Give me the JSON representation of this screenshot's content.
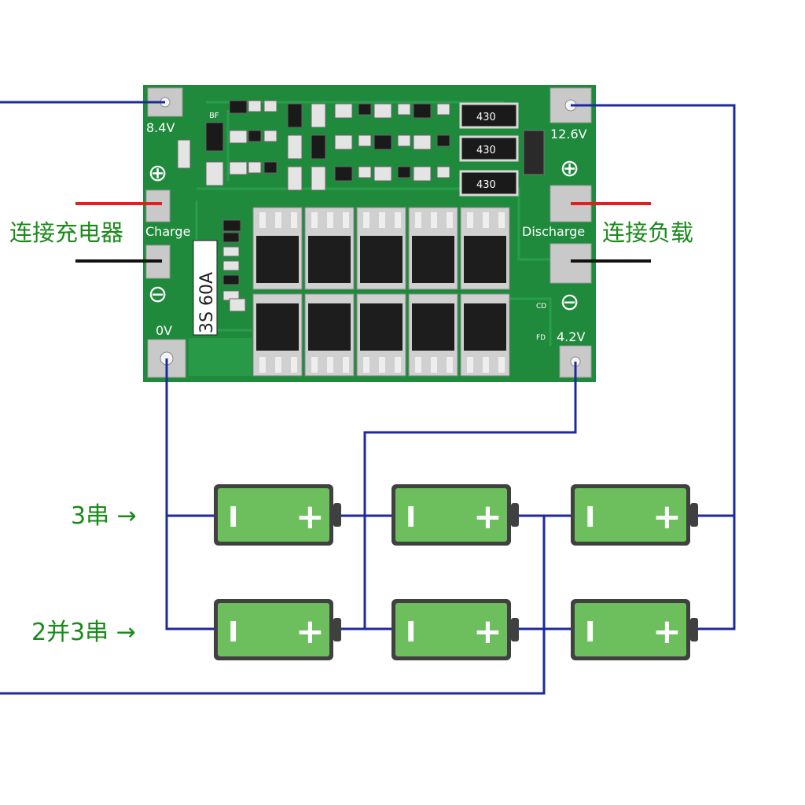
{
  "board": {
    "model": "3S 60A",
    "pad_8v4": "8.4V",
    "pad_12v6": "12.6V",
    "pad_0v": "0V",
    "pad_4v2": "4.2V",
    "charge": "Charge",
    "discharge": "Discharge",
    "plus_left": "⊕",
    "minus_left": "⊖",
    "plus_right": "⊕",
    "minus_right": "⊖",
    "resistor_1": "430",
    "resistor_2": "430",
    "resistor_3": "430",
    "cd": "CD",
    "fd": "FD",
    "bf": "BF"
  },
  "labels": {
    "connect_charger": "连接充电器",
    "connect_load": "连接负载",
    "series_3": "3串 →",
    "parallel_2_series_3": "2并3串 →"
  },
  "battery": {
    "minus_symbol": "I",
    "plus_symbol": "+"
  },
  "colors": {
    "wire_blue": "#1c2a9c",
    "wire_red": "#e0201c",
    "wire_black": "#111111",
    "label_green": "#1a8a1a",
    "pcb_green": "#1f8a3c",
    "battery_green": "#6cbf5c",
    "battery_frame": "#404040"
  }
}
